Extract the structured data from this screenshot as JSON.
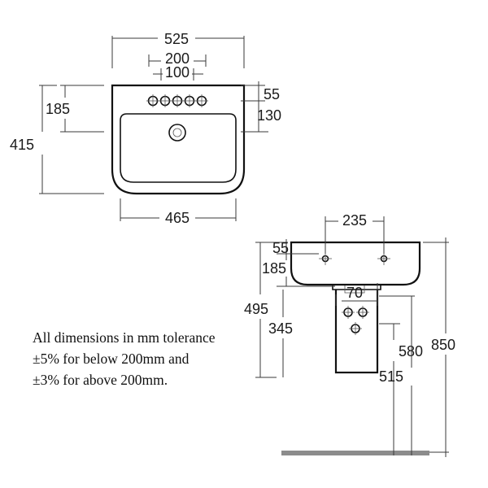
{
  "top_view": {
    "dim_overall_width": "525",
    "dim_tap_span_outer": "200",
    "dim_tap_span_inner": "100",
    "dim_rim_to_taphole": "55",
    "dim_taphole_to_bowl": "130",
    "dim_back_to_waste": "185",
    "dim_overall_depth": "415",
    "dim_bowl_width": "465"
  },
  "side_view": {
    "dim_fixing_centres": "235",
    "dim_top_offset": "55",
    "dim_fixing_height": "185",
    "dim_pedestal_offset": "70",
    "dim_basin_to_floor": "495",
    "dim_pedestal_drop": "345",
    "dim_waste_height": "580",
    "dim_pedestal_height": "515",
    "dim_overall_height": "850"
  },
  "note": {
    "line1": "All dimensions in mm tolerance",
    "line2": "±5% for below 200mm and",
    "line3": "±3% for above 200mm."
  },
  "colors": {
    "floor": "#8c8c8c",
    "outline": "#111111",
    "dimension_line": "#3a3a3a"
  }
}
